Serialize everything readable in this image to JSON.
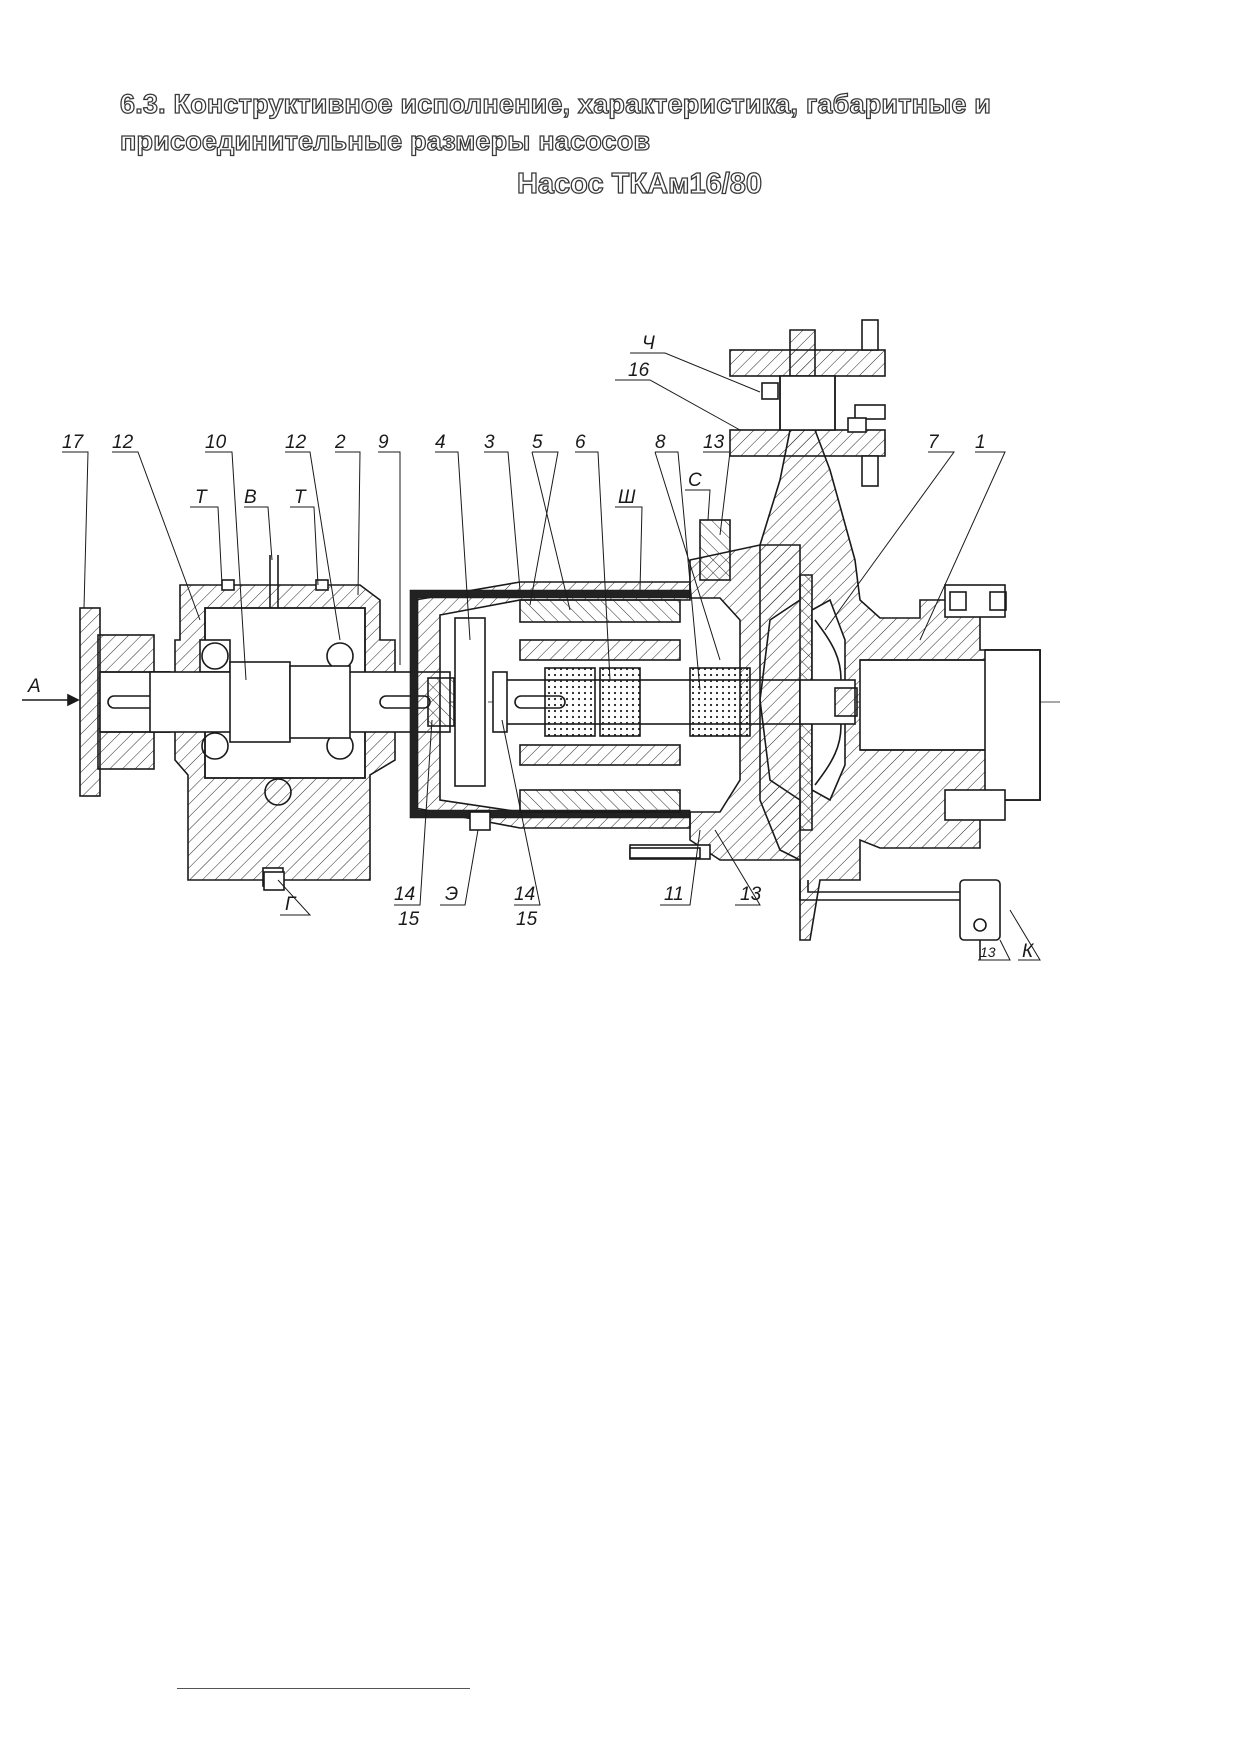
{
  "heading": {
    "line1": "6.3. Конструктивное исполнение, характеристика, габаритные и",
    "line2": "присоединительные размеры насосов"
  },
  "subtitle": "Насос ТКАм16/80",
  "callouts": {
    "c17": "17",
    "c12a": "12",
    "c10": "10",
    "c12b": "12",
    "c2": "2",
    "c9": "9",
    "c4": "4",
    "c3": "3",
    "c5": "5",
    "c6": "6",
    "c8": "8",
    "c13a": "13",
    "c7": "7",
    "c1": "1",
    "cT1": "Т",
    "cB": "В",
    "cT2": "Т",
    "cSh": "Ш",
    "cS": "С",
    "cCh": "Ч",
    "c16": "16",
    "cA": "А",
    "cG": "Г",
    "cE": "Э",
    "c14a": "14",
    "c15a": "15",
    "c14b": "14",
    "c15b": "15",
    "c11": "11",
    "c13b": "13",
    "c13c": "13",
    "cK": "К"
  }
}
